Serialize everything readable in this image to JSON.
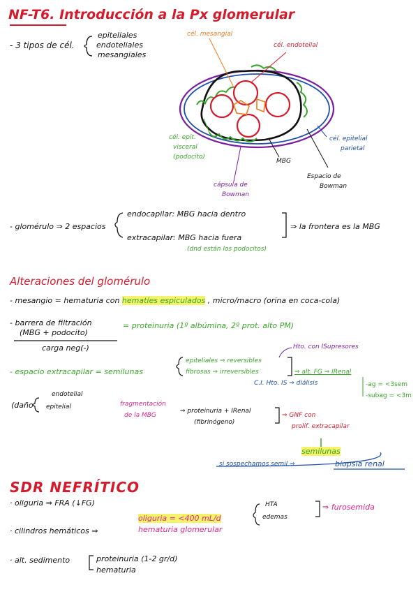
{
  "title": {
    "code": "NF-T6.",
    "text": "Introducción a la Px glomerular"
  },
  "types": {
    "label": "- 3 tipos de cél.",
    "items": [
      "epiteliales",
      "endoteliales",
      "mesangiales"
    ]
  },
  "diagram": {
    "mesangial": "cél. mesangial",
    "endotelial": "cél. endotelial",
    "visceral": [
      "cél. epit.",
      "visceral",
      "(podocito)"
    ],
    "mbg": "MBG",
    "capsula": [
      "cápsula de",
      "Bowman"
    ],
    "espacio": [
      "Espacio de",
      "Bowman"
    ],
    "parietal": [
      "cél. epitelial",
      "parietal"
    ]
  },
  "glomerulo": {
    "label": "- glomérulo ⇒ 2 espacios",
    "endo": "endocapilar: MBG hacia dentro",
    "extra": "extracapilar: MBG hacia fuera",
    "podocitos": "(dnd están los podocitos)",
    "frontera": "⇒ la frontera es la MBG"
  },
  "alteraciones": {
    "heading": "Alteraciones del glomérulo",
    "mesangio_a": "- mesangio = hematuria con",
    "mesangio_hl": "hematíes espiculados",
    "mesangio_b": ", micro/macro (orina en coca-cola)",
    "barrera_a": "- barrera de filtración",
    "barrera_b": "(MBG + podocito)",
    "barrera_c": "carga neg(-)",
    "proteinuria": "= proteinuria (1º albúmina, 2º prot. alto PM)",
    "extracap_label": "- espacio extracapilar = semilunas",
    "epiteliales": "epiteliales ⇒ reversibles",
    "fibrosas": "fibrosas ⇒ irreversibles",
    "hto": "Hto. con ISupresores",
    "alt_fg": "⇒ alt. FG ⇒ IRenal",
    "ci": "C.I. Hto. IS ⇒ diálisis",
    "ag": "-ag = <3sem",
    "subag": "-subag = <3m",
    "dano_label": "(daño",
    "dano_endo": "endotelial",
    "dano_epi": "epitelial",
    "fragmentacion": [
      "fragmentación",
      "de la MBG"
    ],
    "proteinuria2": "⇒ proteinuria + IRenal",
    "fibrinogeno": "(fibrinógeno)",
    "ginf": [
      "⇒ GNF con",
      "prolif. extracapilar"
    ],
    "semilunas": "semilunas",
    "sospecha": "si sospechamos semil ⇒",
    "biopsia": "biopsia renal"
  },
  "nefritico": {
    "heading": "SDR NEFRÍTICO",
    "oliguria": "· oliguria ⇒ FRA (↓FG)",
    "cilindros": "· cilindros hemáticos ⇒",
    "oliguria2": "oliguria = <400 mL/d",
    "hematuria_glom": "hematuria glomerular",
    "hta": "HTA",
    "edemas": "edemas",
    "furosemida": "⇒ furosemida",
    "alt_sed": "· alt. sedimento",
    "sed_items": [
      "proteinuria (1-2 gr/d)",
      "hematuria"
    ]
  }
}
